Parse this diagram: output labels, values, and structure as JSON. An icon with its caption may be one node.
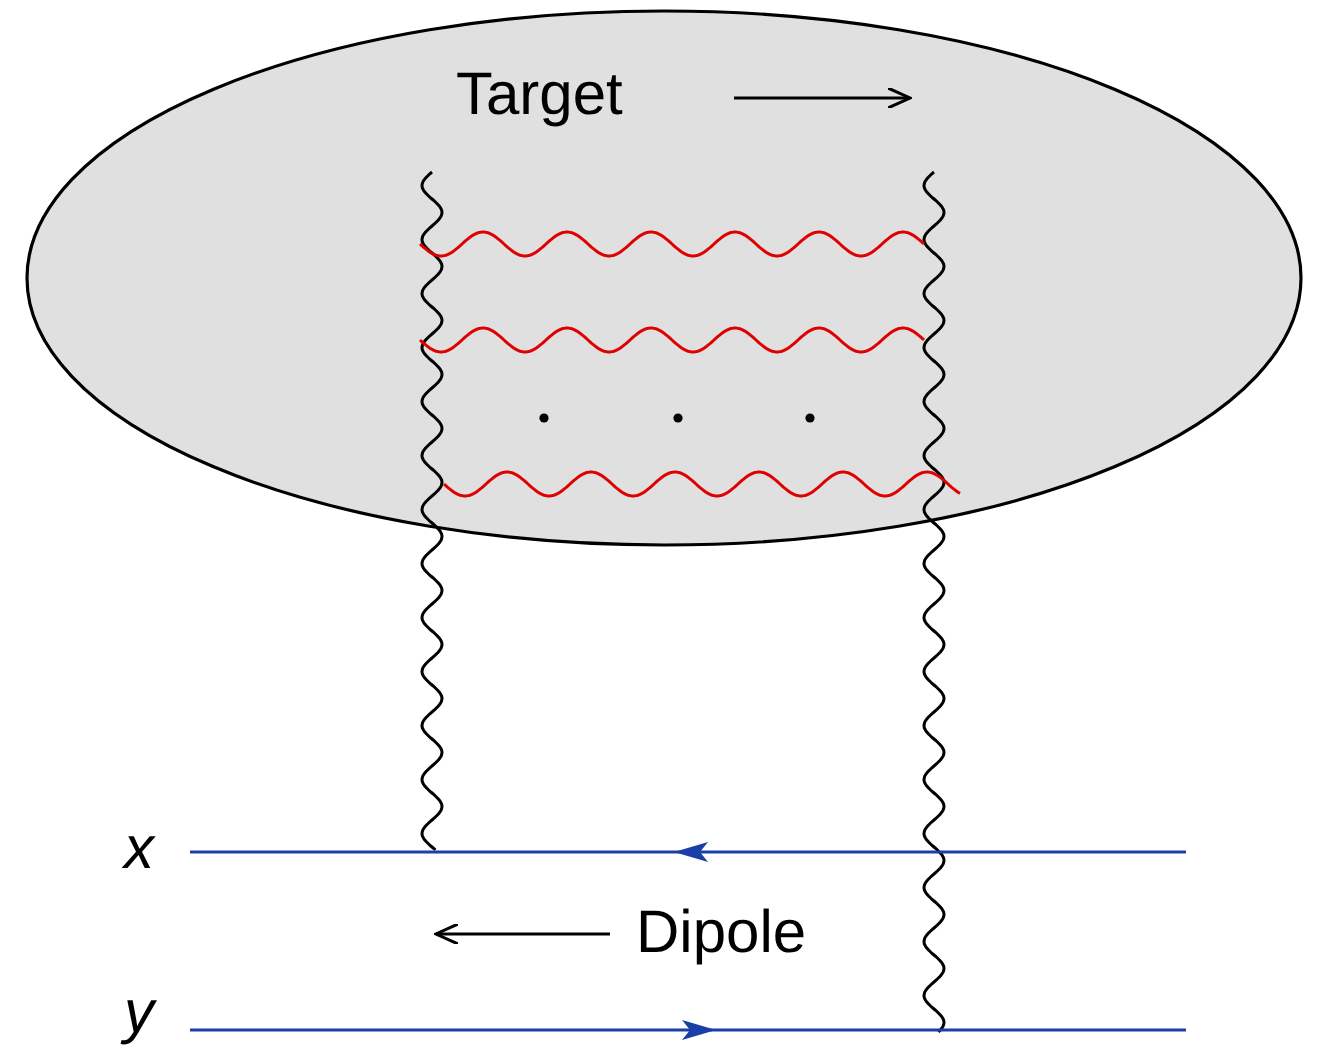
{
  "diagram": {
    "nodes": [
      {
        "text": [
          "Target"
        ]
      }
    ],
    "labels": [
      "x",
      "Dipole",
      "y"
    ]
  }
}
